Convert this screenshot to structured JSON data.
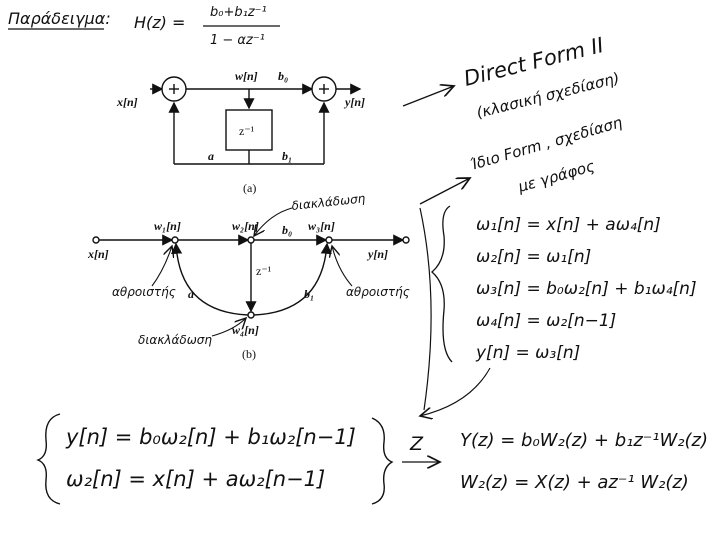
{
  "header": {
    "example_label": "Παράδειγμα:",
    "hz_lhs": "H(z) =",
    "hz_num": "b₀+b₁z⁻¹",
    "hz_den": "1 − αz⁻¹"
  },
  "fig_a": {
    "x": "x[n]",
    "w": "w[n]",
    "b0": "b₀",
    "y": "y[n]",
    "zinv": "z⁻¹",
    "a": "a",
    "b1": "b₁",
    "caption": "(a)"
  },
  "fig_b": {
    "x": "x[n]",
    "w1": "w₁[n]",
    "w2": "w₂[n]",
    "b0": "b₀",
    "w3": "w₃[n]",
    "y": "y[n]",
    "zinv": "z⁻¹",
    "a": "a",
    "b1": "b₁",
    "w4": "w₄[n]",
    "caption": "(b)"
  },
  "notes": {
    "direct_form_1": "Direct Form II",
    "direct_form_2": "(κλασική σχεδίαση)",
    "same_form_1": "Ίδιο Form , σχεδίαση",
    "same_form_2": "με γράφος",
    "branch_top": "διακλάδωση",
    "branch_bottom": "διακλάδωση",
    "adder_left": "αθροιστής",
    "adder_right": "αθροιστής"
  },
  "equations": [
    "ω₁[n] = x[n] + aω₄[n]",
    "ω₂[n] = ω₁[n]",
    "ω₃[n] = b₀ω₂[n] + b₁ω₄[n]",
    "ω₄[n] = ω₂[n−1]",
    "y[n] = ω₃[n]"
  ],
  "system": [
    "y[n] = b₀ω₂[n] + b₁ω₂[n−1]",
    "ω₂[n] = x[n] + aω₂[n−1]"
  ],
  "z_label": "Z",
  "zdomain": [
    "Y(z) = b₀W₂(z) + b₁z⁻¹W₂(z)",
    "W₂(z) = X(z) + az⁻¹ W₂(z)"
  ]
}
